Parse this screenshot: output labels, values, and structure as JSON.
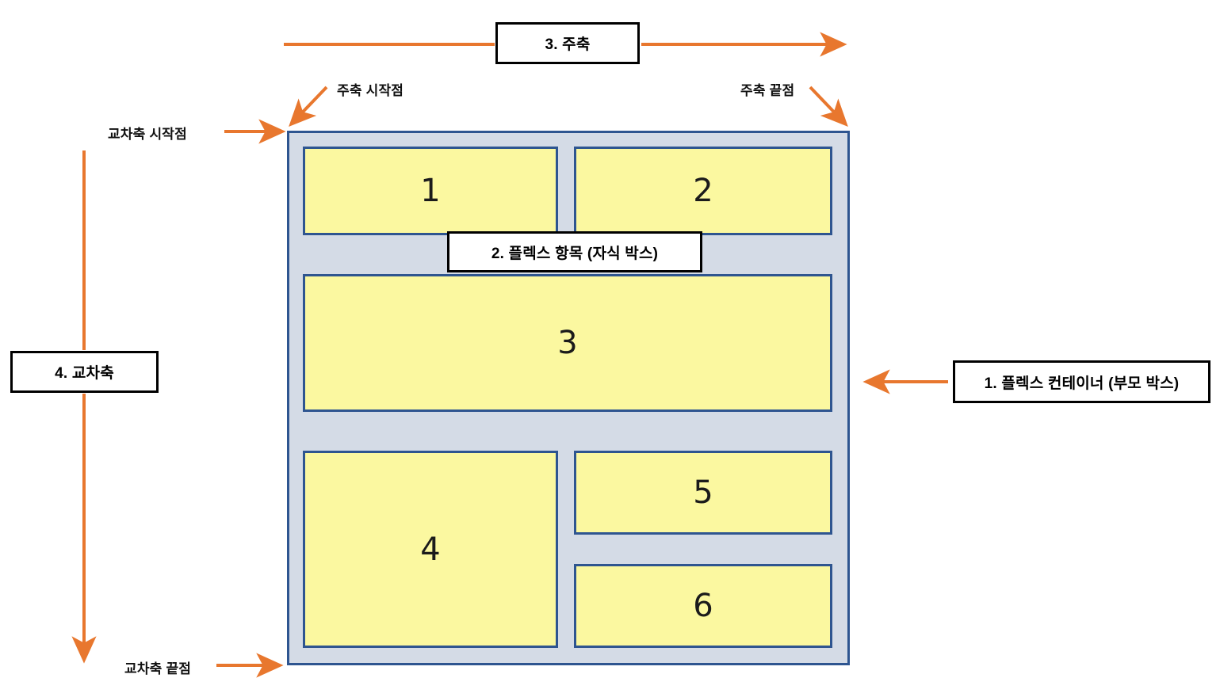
{
  "diagram": {
    "title_boxes": {
      "main_axis": "3. 주축",
      "cross_axis": "4. 교차축",
      "flex_item": "2. 플렉스 항목 (자식 박스)",
      "flex_container": "1. 플렉스 컨테이너 (부모 박스)"
    },
    "annotations": {
      "main_axis_start": "주축 시작점",
      "main_axis_end": "주축 끝점",
      "cross_axis_start": "교차축 시작점",
      "cross_axis_end": "교차축 끝점"
    },
    "flex_items": [
      {
        "label": "1"
      },
      {
        "label": "2"
      },
      {
        "label": "3"
      },
      {
        "label": "4"
      },
      {
        "label": "5"
      },
      {
        "label": "6"
      }
    ],
    "colors": {
      "arrow": "#e8772e",
      "container_fill": "#d4dbe6",
      "box_border": "#2e5590",
      "item_fill": "#fbf8a0",
      "callout_border": "#000000",
      "text": "#000000"
    }
  }
}
